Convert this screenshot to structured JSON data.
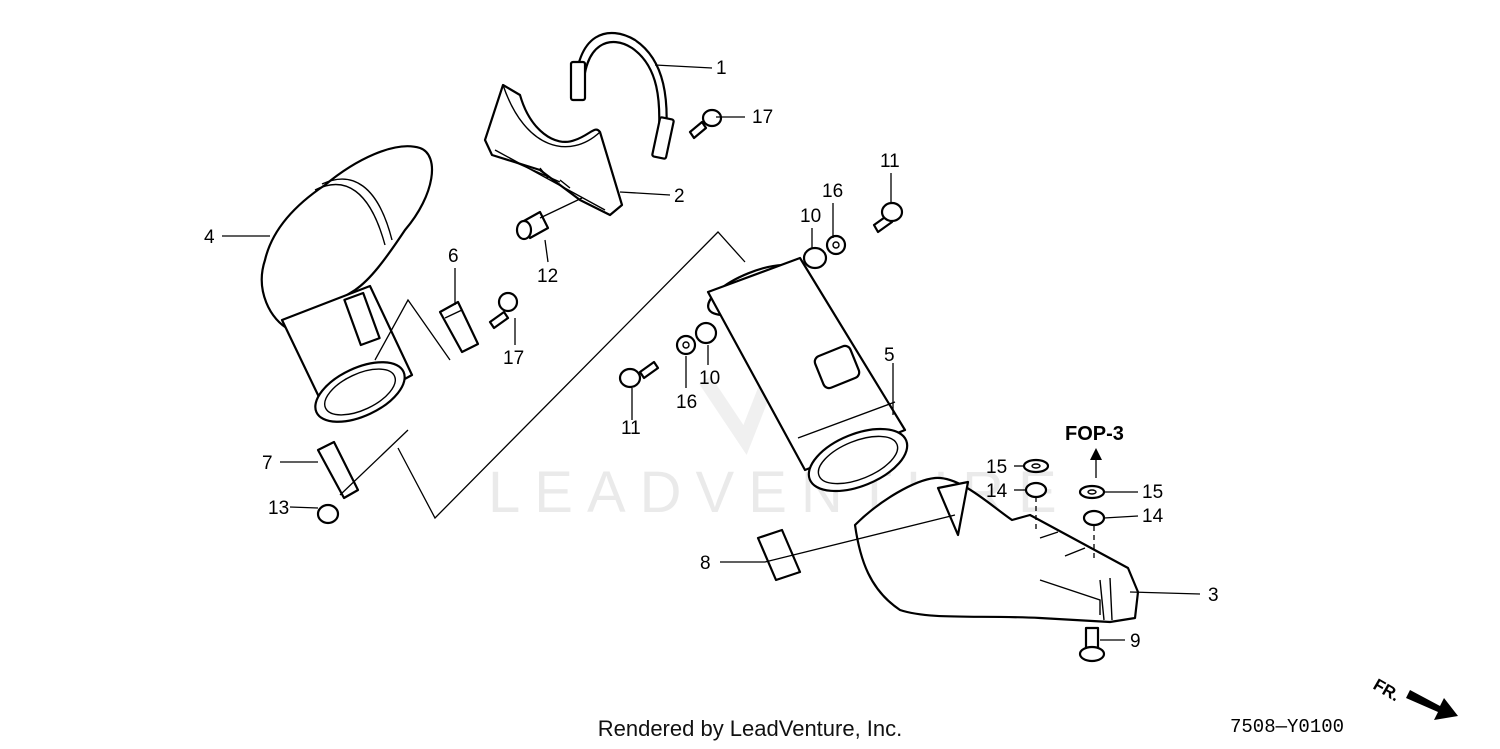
{
  "callouts": {
    "c1": "1",
    "c2": "2",
    "c3": "3",
    "c4": "4",
    "c5": "5",
    "c6": "6",
    "c7": "7",
    "c8": "8",
    "c9": "9",
    "c10a": "10",
    "c10b": "10",
    "c11a": "11",
    "c11b": "11",
    "c12": "12",
    "c13": "13",
    "c14a": "14",
    "c14b": "14",
    "c15a": "15",
    "c15b": "15",
    "c16a": "16",
    "c16b": "16",
    "c17a": "17",
    "c17b": "17"
  },
  "reference_label": "FOP-3",
  "direction_label": "FR.",
  "watermark": "LEADVENTURE",
  "credit": "Rendered by LeadVenture, Inc.",
  "diagram_code": "7508—Y0100"
}
